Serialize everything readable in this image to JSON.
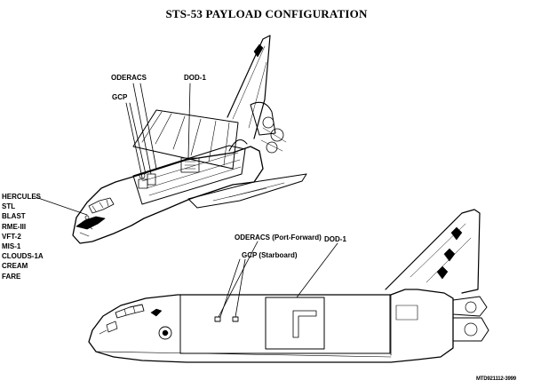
{
  "title": "STS-53 PAYLOAD CONFIGURATION",
  "upper_view": {
    "labels": {
      "oderacs": "ODERACS",
      "dod": "DOD-1",
      "gcp": "GCP"
    },
    "experiments": [
      "HERCULES",
      "STL",
      "BLAST",
      "RME-III",
      "VFT-2",
      "MIS-1",
      "CLOUDS-1A",
      "CREAM",
      "FARE"
    ]
  },
  "lower_view": {
    "labels": {
      "oderacs": "ODERACS (Port-Forward)",
      "gcp": "GCP (Starboard)",
      "dod": "DOD-1"
    }
  },
  "document_id": "MTD921112-3999"
}
